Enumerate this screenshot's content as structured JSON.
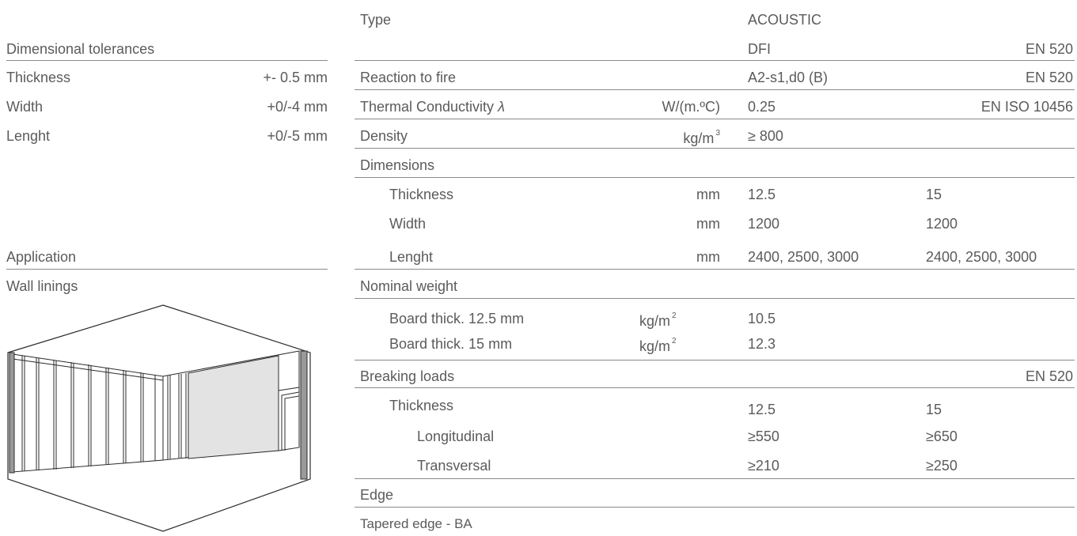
{
  "left": {
    "tolerances_title": "Dimensional tolerances",
    "tolerances": [
      {
        "label": "Thickness",
        "value": "+- 0.5 mm"
      },
      {
        "label": "Width",
        "value": "+0/-4 mm"
      },
      {
        "label": "Lenght",
        "value": "+0/-5 mm"
      }
    ],
    "application_title": "Application",
    "application_value": "Wall linings",
    "illustration_icon": "wall-lining-room-illustration"
  },
  "table": {
    "type_label": "Type",
    "type_value": "ACOUSTIC",
    "class_value": "DFI",
    "class_norm": "EN 520",
    "fire_label": "Reaction to fire",
    "fire_value": "A2-s1,d0 (B)",
    "fire_norm": "EN 520",
    "thermal_label": "Thermal Conductivity ",
    "thermal_symbol": "λ",
    "thermal_unit": "W/(m.ºC)",
    "thermal_value": "0.25",
    "thermal_norm": "EN ISO 10456",
    "density_label": "Density",
    "density_unit": "kg/m",
    "density_unit_exp": "3",
    "density_value": "≥ 800",
    "dimensions_label": "Dimensions",
    "dimensions": [
      {
        "label": "Thickness",
        "unit": "mm",
        "v1": "12.5",
        "v2": "15"
      },
      {
        "label": "Width",
        "unit": "mm",
        "v1": "1200",
        "v2": "1200"
      },
      {
        "label": "Lenght",
        "unit": "mm",
        "v1": "2400, 2500, 3000",
        "v2": "2400, 2500, 3000"
      }
    ],
    "weight_label": "Nominal weight",
    "weight": [
      {
        "label": "Board thick. 12.5 mm",
        "unit": "kg/m",
        "unit_exp": "2",
        "value": "10.5"
      },
      {
        "label": "Board thick. 15 mm",
        "unit": "kg/m",
        "unit_exp": "2",
        "value": "12.3"
      }
    ],
    "breaking_label": "Breaking loads",
    "breaking_norm": "EN 520",
    "breaking_thickness_label": "Thickness",
    "breaking_thickness_v1": "12.5",
    "breaking_thickness_v2": "15",
    "breaking": [
      {
        "label": "Longitudinal",
        "v1": "≥550",
        "v2": "≥650"
      },
      {
        "label": "Transversal",
        "v1": "≥210",
        "v2": "≥250"
      }
    ],
    "edge_label": "Edge",
    "edge_value": "Tapered edge - BA"
  }
}
